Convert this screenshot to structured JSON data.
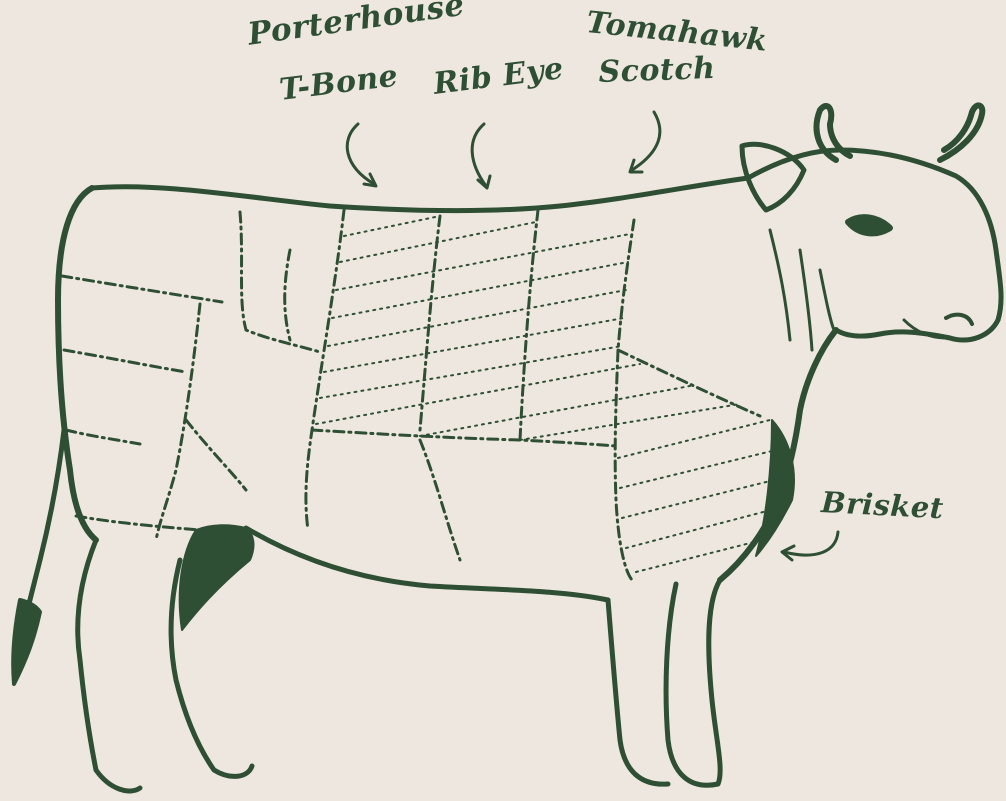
{
  "colors": {
    "background": "#ede7e0",
    "ink": "#2f4f34"
  },
  "labels": {
    "porterhouse": "Porterhouse",
    "tbone": "T-Bone",
    "ribeye": "Rib Eye",
    "tomahawk": "Tomahawk",
    "scotch": "Scotch",
    "brisket": "Brisket"
  },
  "icons": [
    "cow-illustration",
    "arrow-icon"
  ]
}
